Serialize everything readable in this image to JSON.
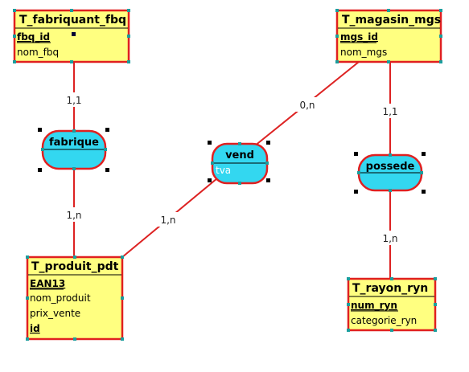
{
  "colors": {
    "entity_fill": "#ffff80",
    "entity_border": "#e02020",
    "association_fill": "#33d7f0",
    "link_color": "#dd2222",
    "handle": "#1a9e9e"
  },
  "entities": {
    "fabriquant": {
      "title": "T_fabriquant_fbq",
      "key": "fbq_id",
      "attrs": [
        "nom_fbq"
      ]
    },
    "magasin": {
      "title": "T_magasin_mgs",
      "key": "mgs_id",
      "attrs": [
        "nom_mgs"
      ]
    },
    "produit": {
      "title": "T_produit_pdt",
      "key": "EAN13",
      "attrs": [
        "nom_produit",
        "prix_vente"
      ],
      "extra_key": "id"
    },
    "rayon": {
      "title": "T_rayon_ryn",
      "key": "num_ryn",
      "attrs": [
        "categorie_ryn"
      ]
    }
  },
  "associations": {
    "fabrique": {
      "title": "fabrique"
    },
    "vend": {
      "title": "vend",
      "attrs": [
        "tva"
      ]
    },
    "possede": {
      "title": "possede"
    }
  },
  "cardinalities": {
    "fabriquant_fabrique": "1,1",
    "fabrique_produit": "1,n",
    "magasin_vend": "0,n",
    "vend_produit": "1,n",
    "magasin_possede": "1,1",
    "possede_rayon": "1,n"
  }
}
